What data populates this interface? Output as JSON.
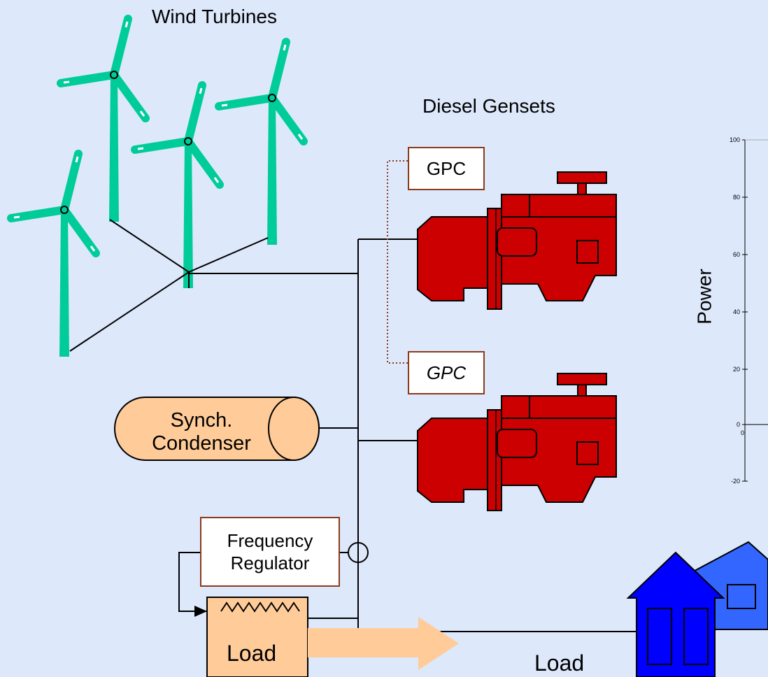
{
  "labels": {
    "wind_turbines": "Wind Turbines",
    "diesel_gensets": "Diesel Gensets",
    "gpc_top": "GPC",
    "gpc_bottom": "GPC",
    "synch_line1": "Synch.",
    "synch_line2": "Condenser",
    "freq_line1": "Frequency",
    "freq_line2": "Regulator",
    "dump_load": "Load",
    "house_load": "Load"
  },
  "power_axis": {
    "label": "Power",
    "ticks": [
      "100",
      "80",
      "60",
      "40",
      "20",
      "0",
      "-20"
    ],
    "origin_tick": "0"
  },
  "colors": {
    "background": "#dde8fb",
    "turbine": "#00cc99",
    "genset": "#cc0000",
    "condenser": "#ffcc99",
    "house_front": "#0000ff",
    "house_back": "#3366ff",
    "box_border": "#8b3a1a",
    "arrow": "#ffcc99"
  },
  "icons": [
    "wind-turbine-icon",
    "diesel-engine-icon",
    "house-icon",
    "resistor-icon",
    "arrow-icon"
  ]
}
